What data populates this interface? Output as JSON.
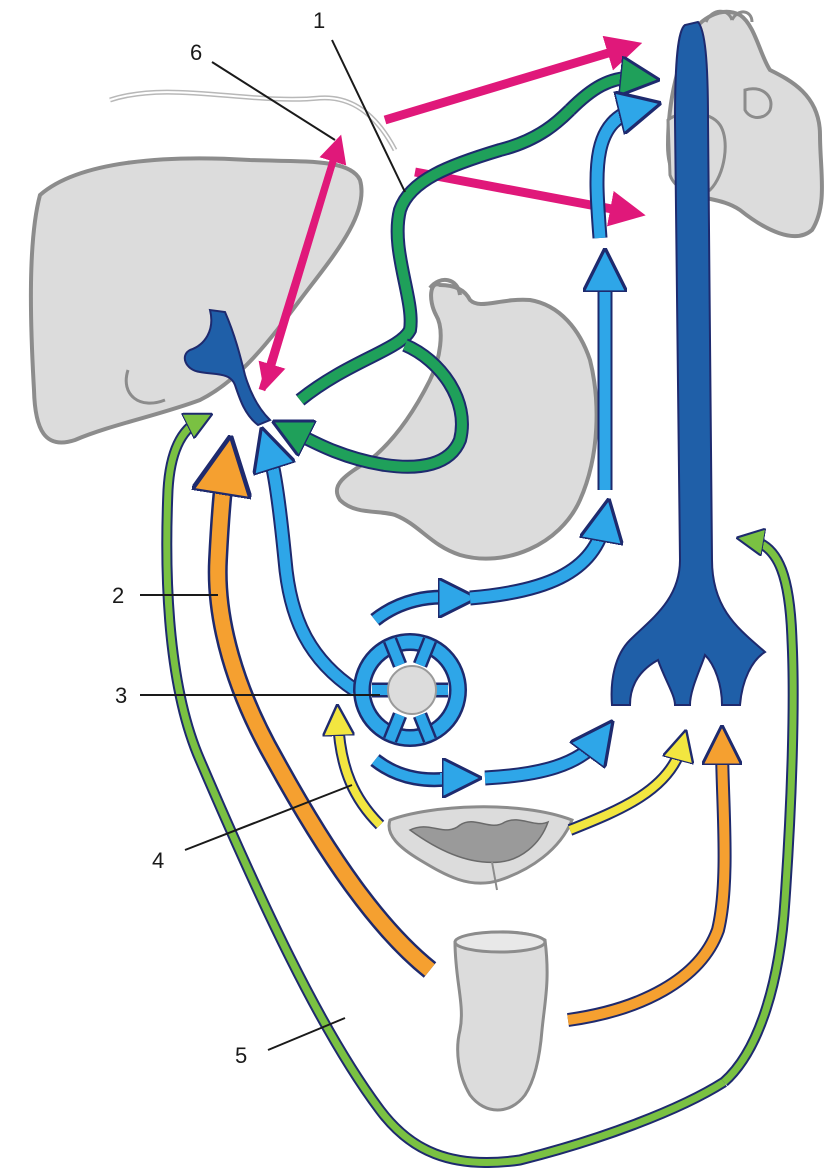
{
  "labels": {
    "l1": "1",
    "l2": "2",
    "l3": "3",
    "l4": "4",
    "l5": "5",
    "l6": "6"
  },
  "colors": {
    "organ_fill": "#dcdcdc",
    "organ_stroke": "#8c8c8c",
    "portal_dark_blue": "#1f5fa8",
    "vessel_light_blue": "#2ea6e8",
    "gastric_green": "#1fa05a",
    "diaphragm_pink": "#e0187a",
    "rectal_orange": "#f5a030",
    "vesical_yellow": "#f2e640",
    "lime_green": "#7ac142",
    "outline_navy": "#1e2a6e"
  }
}
